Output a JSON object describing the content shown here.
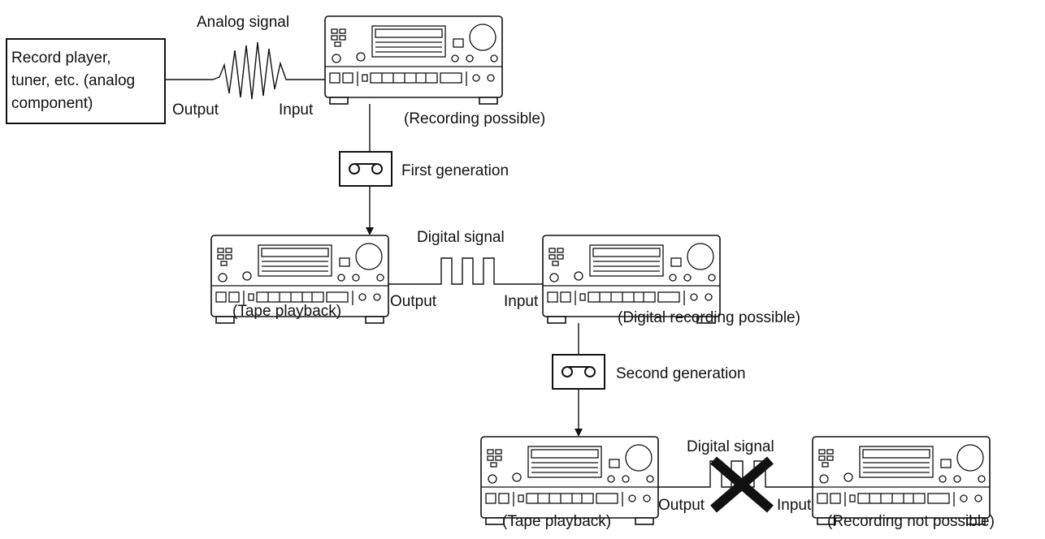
{
  "source_box": {
    "lines": [
      "Record player,",
      "tuner, etc. (analog",
      "component)"
    ]
  },
  "signals": {
    "analog": "Analog signal",
    "digital_1": "Digital signal",
    "digital_2": "Digital signal"
  },
  "ports": {
    "output": "Output",
    "input": "Input"
  },
  "captions": {
    "recording_possible": "(Recording possible)",
    "tape_playback": "(Tape playback)",
    "digital_recording_possible": "(Digital recording possible)",
    "recording_not_possible": "(Recording not possible)"
  },
  "generations": {
    "first": "First generation",
    "second": "Second generation"
  }
}
